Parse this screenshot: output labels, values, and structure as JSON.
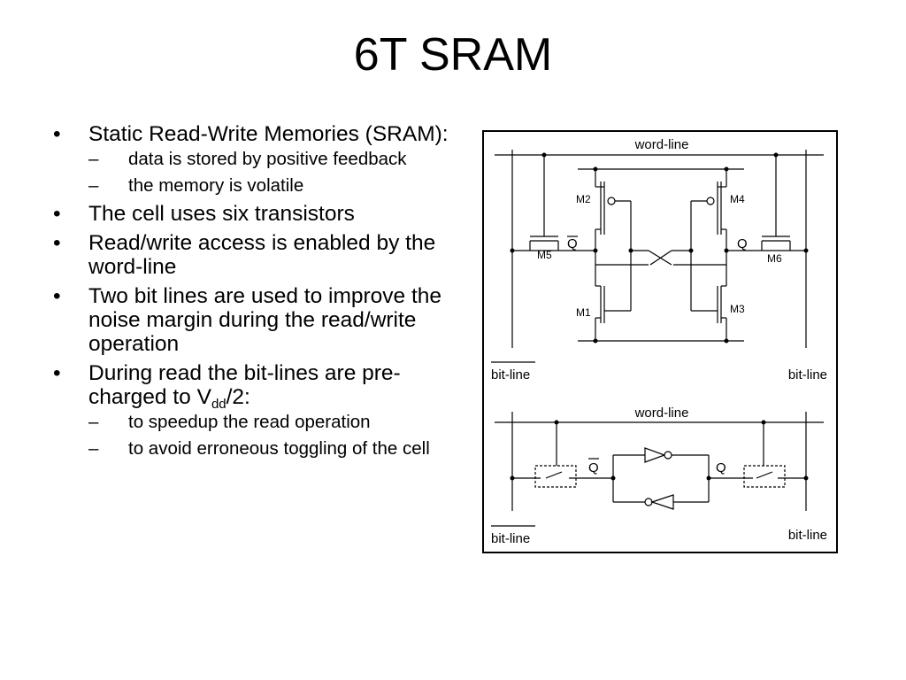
{
  "slide": {
    "title": "6T SRAM",
    "bullets": {
      "b1": "Static Read-Write Memories (SRAM):",
      "b1_s1": "data is stored by positive feedback",
      "b1_s2": "the memory is volatile",
      "b2": "The cell uses six transistors",
      "b3": "Read/write access is enabled by the word-line",
      "b4": "Two bit lines are used to improve the noise margin during the read/write operation",
      "b5_pre": "During read the bit-lines are pre-charged to V",
      "b5_sub": "dd",
      "b5_post": "/2:",
      "b5_s1": "to speedup the read operation",
      "b5_s2": "to avoid erroneous toggling of the cell"
    }
  },
  "figure": {
    "top": {
      "word_line": "word-line",
      "bit_line_left": "bit-line",
      "bit_line_right": "bit-line",
      "q_bar": "Q",
      "q": "Q",
      "transistors": {
        "m1": "M1",
        "m2": "M2",
        "m3": "M3",
        "m4": "M4",
        "m5": "M5",
        "m6": "M6"
      }
    },
    "bottom": {
      "word_line": "word-line",
      "bit_line_left": "bit-line",
      "bit_line_right": "bit-line",
      "q_bar": "Q",
      "q": "Q"
    }
  }
}
